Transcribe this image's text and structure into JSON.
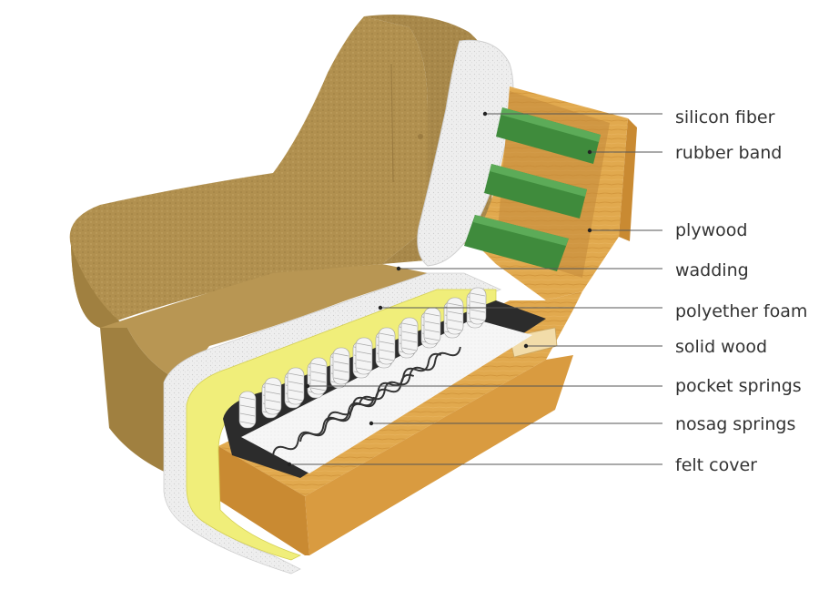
{
  "diagram": {
    "labels": [
      {
        "id": "silicon-fiber",
        "text": "silicon fiber"
      },
      {
        "id": "rubber-band",
        "text": "rubber band"
      },
      {
        "id": "plywood",
        "text": "plywood"
      },
      {
        "id": "wadding",
        "text": "wadding"
      },
      {
        "id": "polyether-foam",
        "text": "polyether foam"
      },
      {
        "id": "solid-wood",
        "text": "solid wood"
      },
      {
        "id": "pocket-springs",
        "text": "pocket springs"
      },
      {
        "id": "nosag-springs",
        "text": "nosag springs"
      },
      {
        "id": "felt-cover",
        "text": "felt cover"
      }
    ]
  },
  "colors": {
    "fabric": "#b1904f",
    "fabric_dark": "#8e7038",
    "wood": "#e1a94e",
    "wood_dark": "#c98a32",
    "foam": "#f0ee7a",
    "wadding": "#ededed",
    "rubber_band": "#3f8b3c",
    "label_text": "#333333",
    "leader_line": "#555555"
  }
}
